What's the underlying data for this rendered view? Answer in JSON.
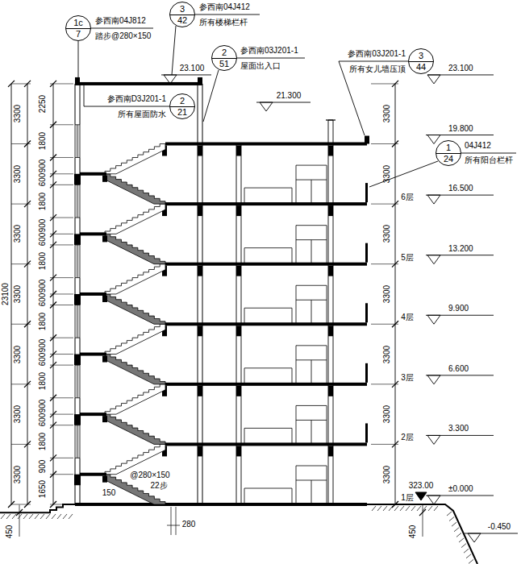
{
  "diagram": {
    "nodes": [
      {
        "text": [
          "1c",
          "7"
        ]
      },
      {
        "text": [
          "3",
          "42"
        ]
      },
      {
        "text": [
          "2",
          "51"
        ]
      },
      {
        "text": [
          "2",
          "21"
        ]
      },
      {
        "text": [
          "3",
          "44"
        ]
      },
      {
        "text": [
          "1",
          "24"
        ]
      }
    ],
    "labels": [
      "参西南04J812",
      "踏步@280×150",
      "参西南04J412",
      "所有楼梯栏杆",
      "参西南03J201-1",
      "屋面出入口",
      "参西南D3J201-1",
      "所有屋面防水",
      "参西南03J201-1",
      "所有女儿墙压顶",
      "04J412",
      "所有阳台栏杆",
      "23.100",
      "21.300",
      "23.100",
      "19.800",
      "6层",
      "16.500",
      "5层",
      "13.200",
      "4层",
      "9.900",
      "3层",
      "6.600",
      "2层",
      "3.300",
      "1层",
      "323.00",
      "±0.000",
      "-0.450",
      "23100",
      "3300",
      "3300",
      "3300",
      "3300",
      "3300",
      "3300",
      "3300",
      "2250",
      "1800",
      "900",
      "600",
      "1800",
      "900",
      "600",
      "1800",
      "900",
      "600",
      "1800",
      "900",
      "600",
      "1800",
      "900",
      "600",
      "1800",
      "900",
      "1650",
      "150",
      "@280×150",
      "22步",
      "280",
      "450",
      "450",
      "3300",
      "3300",
      "3300",
      "3300",
      "3300",
      "3300",
      "3300"
    ]
  }
}
